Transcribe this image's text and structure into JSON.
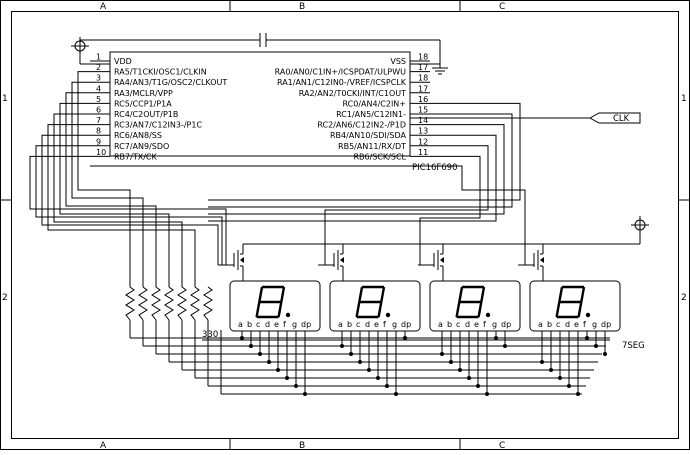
{
  "frame": {
    "columns": [
      "A",
      "B",
      "C"
    ],
    "rows": [
      "1",
      "2"
    ]
  },
  "ic": {
    "part": "PIC16F690",
    "left_pins": [
      {
        "num": "1",
        "name": "VDD"
      },
      {
        "num": "2",
        "name": "RA5/T1CKI/OSC1/CLKIN"
      },
      {
        "num": "3",
        "name": "RA4/AN3/T1G/OSC2/CLKOUT"
      },
      {
        "num": "4",
        "name": "RA3/MCLR/VPP"
      },
      {
        "num": "5",
        "name": "RC5/CCP1/P1A"
      },
      {
        "num": "6",
        "name": "RC4/C2OUT/P1B"
      },
      {
        "num": "7",
        "name": "RC3/AN7/C12IN3-/P1C"
      },
      {
        "num": "8",
        "name": "RC6/AN8/SS"
      },
      {
        "num": "9",
        "name": "RC7/AN9/SDO"
      },
      {
        "num": "10",
        "name": "RB7/TX/CK"
      }
    ],
    "right_pins": [
      {
        "num": "18",
        "name": "VSS"
      },
      {
        "num": "17",
        "name": "RA0/AN0/C1IN+/ICSPDAT/ULPWU"
      },
      {
        "num": "18",
        "name": "RA1/AN1/C12IN0-/VREF/ICSPCLK"
      },
      {
        "num": "17",
        "name": "RA2/AN2/T0CKI/INT/C1OUT"
      },
      {
        "num": "16",
        "name": "RC0/AN4/C2IN+"
      },
      {
        "num": "15",
        "name": "RC1/AN5/C12IN1-"
      },
      {
        "num": "14",
        "name": "RC2/AN6/C12IN2-/P1D"
      },
      {
        "num": "13",
        "name": "RB4/AN10/SDI/SDA"
      },
      {
        "num": "12",
        "name": "RB5/AN11/RX/DT"
      },
      {
        "num": "11",
        "name": "RB6/SCK/SCL"
      }
    ]
  },
  "clk_port": "CLK",
  "resistor_value": "330",
  "display": {
    "label": "7SEG",
    "count": 4,
    "shown_digit": "8",
    "pin_letters": [
      "a",
      "b",
      "c",
      "d",
      "e",
      "f",
      "g",
      "dp"
    ]
  }
}
